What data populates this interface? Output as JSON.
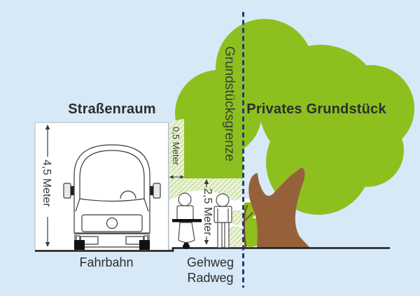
{
  "diagram": {
    "title_street": "Straßenraum",
    "title_private": "Privates Grundstück",
    "boundary_label": "Grundstücksgrenze",
    "measure_street_height": "4,5 Meter",
    "measure_overhang_strip": "0,5 Meter",
    "measure_path_clearance": "2,5 Meter",
    "label_road": "Fahrbahn",
    "label_footway": "Gehweg",
    "label_cycleway": "Radweg"
  },
  "colors": {
    "background": "#D7E9F7",
    "tree_green": "#8DC01F",
    "hatch_background": "#F1F5E1",
    "hatch_stripe": "#C6DE9B",
    "trunk_brown": "#96613A",
    "twig_brown": "#8A4D33",
    "boundary_navy": "#1F3B7C",
    "outline_dark": "#3A3A39",
    "ground_black": "#1A1A1A",
    "street_box_white": "#FFFFFF"
  }
}
